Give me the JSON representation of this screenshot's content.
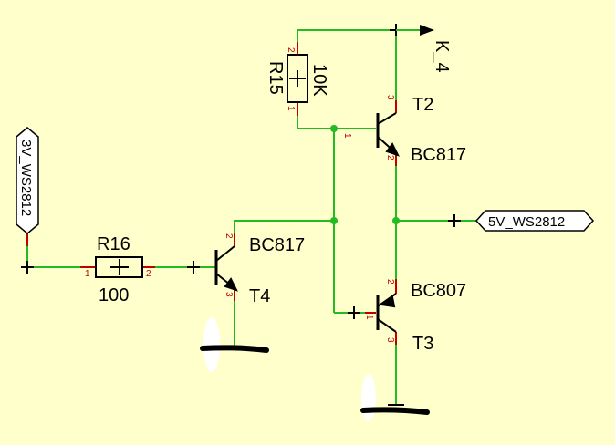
{
  "colors": {
    "background": "#ffffcc",
    "wire": "#22bb22",
    "pin": "#c00000",
    "junction": "#22bb22",
    "component": "#000000"
  },
  "components": {
    "r15": {
      "ref": "R15",
      "value": "10K",
      "pins": [
        "2",
        "1"
      ]
    },
    "r16": {
      "ref": "R16",
      "value": "100",
      "pins": [
        "1",
        "2"
      ]
    },
    "t2": {
      "ref": "T2",
      "part": "BC817",
      "pins": [
        "3",
        "1",
        "2"
      ]
    },
    "t3": {
      "ref": "T3",
      "part": "BC807",
      "pins": [
        "2",
        "1",
        "3"
      ]
    },
    "t4": {
      "ref": "T4",
      "part": "BC817",
      "pins": [
        "2",
        "3"
      ]
    }
  },
  "ports": {
    "input_3v": "3V_WS2812",
    "output_5v": "5V_WS2812",
    "k4": "K_4"
  },
  "icons": [
    "ground-symbol",
    "net-cross",
    "arrow-port"
  ]
}
